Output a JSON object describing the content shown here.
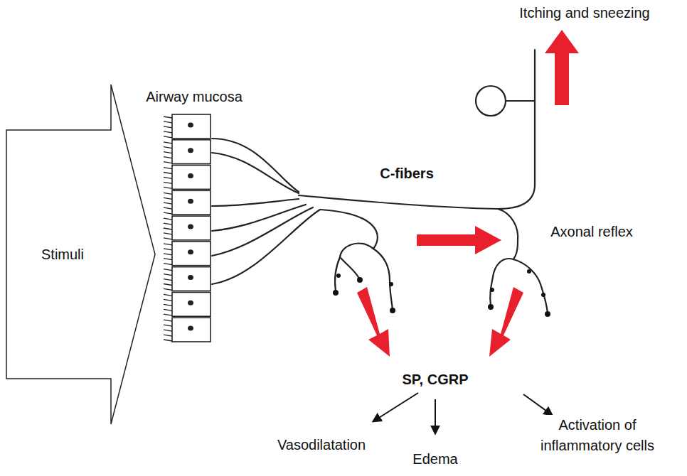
{
  "diagram": {
    "nodes": [
      {
        "text": [
          "Stimuli"
        ]
      },
      {
        "text": [
          "Airway mucosa"
        ]
      }
    ],
    "labels": [
      "C-fibers",
      "Itching and sneezing",
      "Axonal reflex",
      "SP, CGRP",
      "Vasodilatation",
      "Edema",
      "Activation of inflammatory cells"
    ]
  }
}
